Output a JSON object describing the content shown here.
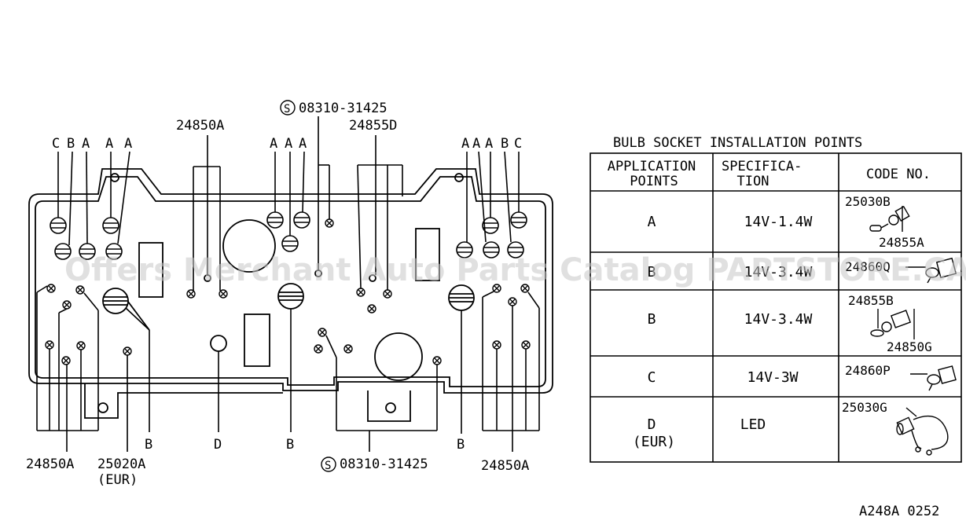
{
  "callouts": {
    "screw_top": "08310-31425",
    "screw_bottom": "08310-31425",
    "screw_symbol": "S",
    "part_24850A_top": "24850A",
    "part_24855D": "24855D",
    "part_24850A_left": "24850A",
    "part_25020A": "25020A",
    "eur_left": "(EUR)",
    "part_24850A_right": "24850A",
    "bottom_D": "D",
    "bottom_B1": "B",
    "bottom_B2": "B",
    "bottom_B3": "B",
    "letters_left": [
      "C",
      "B",
      "A",
      "A",
      "A"
    ],
    "letters_mid": [
      "A",
      "A",
      "A"
    ],
    "letters_right": [
      "A",
      "A",
      "A",
      "B",
      "C"
    ]
  },
  "watermark": "Offers Merchant Auto Parts Catalog PARTSTORE.CA",
  "table": {
    "title": "BULB SOCKET INSTALLATION POINTS",
    "headers": {
      "col1_line1": "APPLICATION",
      "col1_line2": "POINTS",
      "col2_line1": "SPECIFICA-",
      "col2_line2": "TION",
      "col3": "CODE NO."
    },
    "rows": [
      {
        "point": "A",
        "sub": "",
        "spec": "14V-1.4W",
        "codes": [
          "25030B",
          "24855A"
        ]
      },
      {
        "point": "B",
        "sub": "",
        "spec": "14V-3.4W",
        "codes": [
          "24860Q"
        ]
      },
      {
        "point": "B",
        "sub": "",
        "spec": "14V-3.4W",
        "codes": [
          "24855B",
          "24850G"
        ]
      },
      {
        "point": "C",
        "sub": "",
        "spec": "14V-3W",
        "codes": [
          "24860P"
        ]
      },
      {
        "point": "D",
        "sub": "(EUR)",
        "spec": "LED",
        "codes": [
          "25030G"
        ]
      }
    ]
  },
  "diagram_id": "A248A 0252"
}
